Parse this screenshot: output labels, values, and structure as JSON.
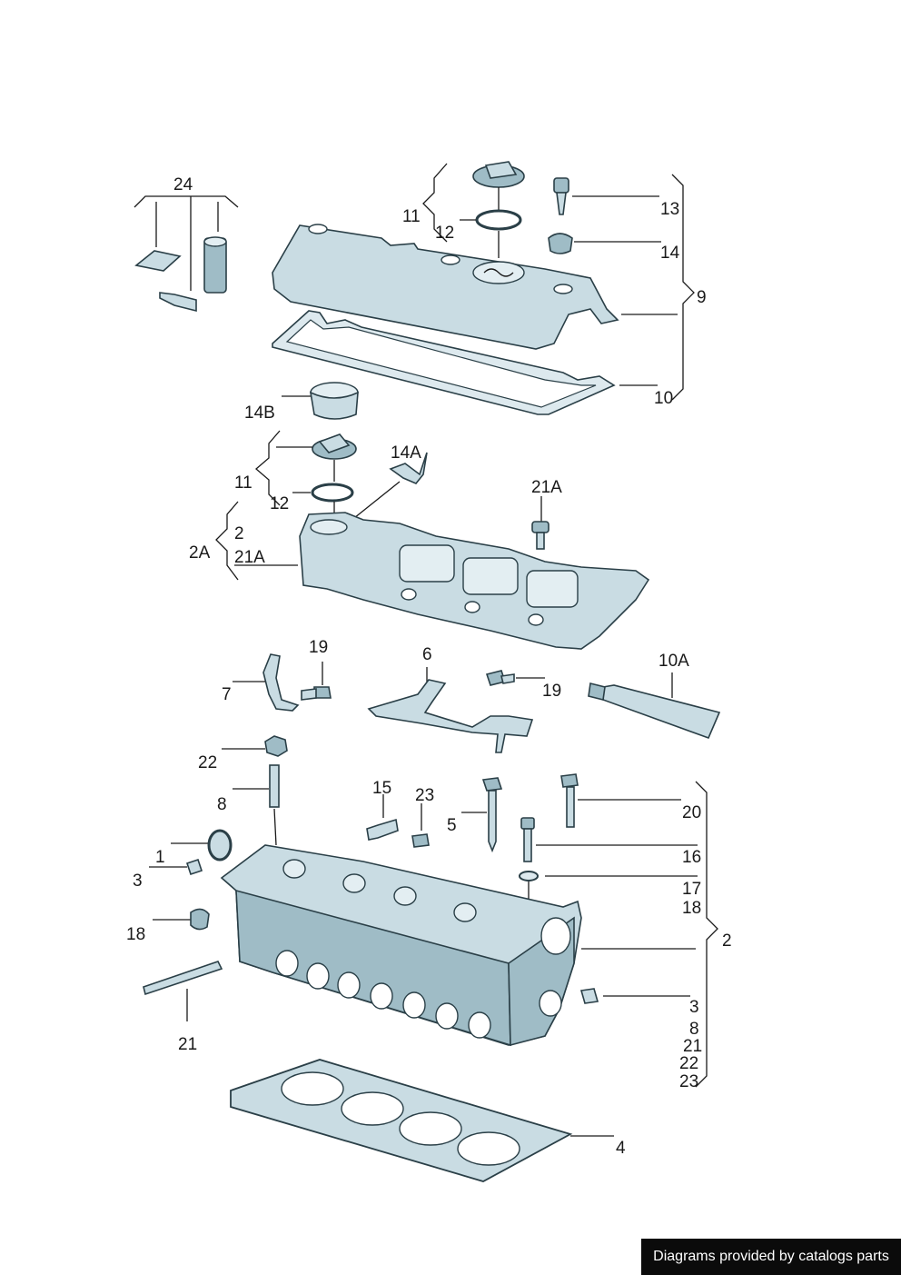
{
  "labels": {
    "l24": "24",
    "l11a": "11",
    "l12a": "12",
    "l13": "13",
    "l14": "14",
    "l9": "9",
    "l10": "10",
    "l14b": "14B",
    "l11b": "11",
    "l12b": "12",
    "l14a": "14A",
    "l21a_top": "21A",
    "l2_bracket": "2",
    "l2a": "2A",
    "l21a_side": "21A",
    "l19a": "19",
    "l6": "6",
    "l10a": "10A",
    "l7": "7",
    "l19b": "19",
    "l22": "22",
    "l8": "8",
    "l15": "15",
    "l23": "23",
    "l5": "5",
    "l20": "20",
    "l1": "1",
    "l16": "16",
    "l3a": "3",
    "l17": "17",
    "l18r": "18",
    "l18l": "18",
    "l2r": "2",
    "l3b": "3",
    "l8b": "8",
    "l21b": "21",
    "l22b": "22",
    "l23b": "23",
    "l21": "21",
    "l4": "4"
  },
  "footer": {
    "text": "Diagrams provided by catalogs parts"
  },
  "colors": {
    "part_fill": "#c9dce3",
    "part_stroke": "#2a3f47",
    "footer_bg": "#0b0b0b"
  }
}
